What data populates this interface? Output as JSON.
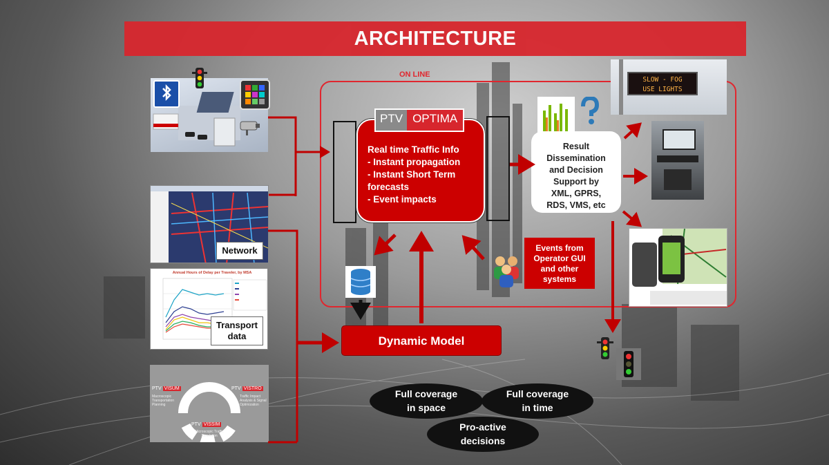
{
  "slide": {
    "title": "ARCHITECTURE",
    "online_label": "ON LINE"
  },
  "ptv_logo": {
    "left": "PTV",
    "right": "OPTIMA"
  },
  "core": {
    "lines": [
      "Real time Traffic Info",
      "- Instant propagation",
      "- Instant Short Term",
      "forecasts",
      "- Event  impacts"
    ]
  },
  "result": {
    "lines": [
      "Result",
      "Dissemination",
      "and Decision",
      "Support  by",
      "XML, GPRS,",
      "RDS, VMS, etc"
    ]
  },
  "dynamic_model": {
    "label": "Dynamic Model"
  },
  "events": {
    "lines": [
      "Events from",
      "Operator GUI",
      "and other",
      "systems"
    ]
  },
  "inputs": {
    "network_label": "Network",
    "transport_label_1": "Transport",
    "transport_label_2": "data",
    "chart_title": "Annual Hours of Delay per Traveler, by MSA"
  },
  "vms_sign": {
    "line1": "SLOW - FOG",
    "line2": "USE LIGHTS"
  },
  "ptv_products": {
    "visum_a": "PTV",
    "visum_b": "VISUM",
    "vistro_a": "PTV",
    "vistro_b": "VISTRO",
    "vissim_a": "PTV",
    "vissim_b": "VISSIM",
    "visum_desc": "Macroscopic Transportation Planning",
    "vistro_desc": "Traffic Impact Analysis & Signal Optimization",
    "vissim_desc": "Microscopic Traffic Simulation"
  },
  "benefits": [
    {
      "line1": "Full coverage",
      "line2": "in space"
    },
    {
      "line1": "Full coverage",
      "line2": "in time"
    },
    {
      "line1": "Pro-active",
      "line2": "decisions"
    }
  ],
  "colors": {
    "accent": "#d7262d",
    "core_red": "#cc0000",
    "arrow": "#c00000"
  }
}
